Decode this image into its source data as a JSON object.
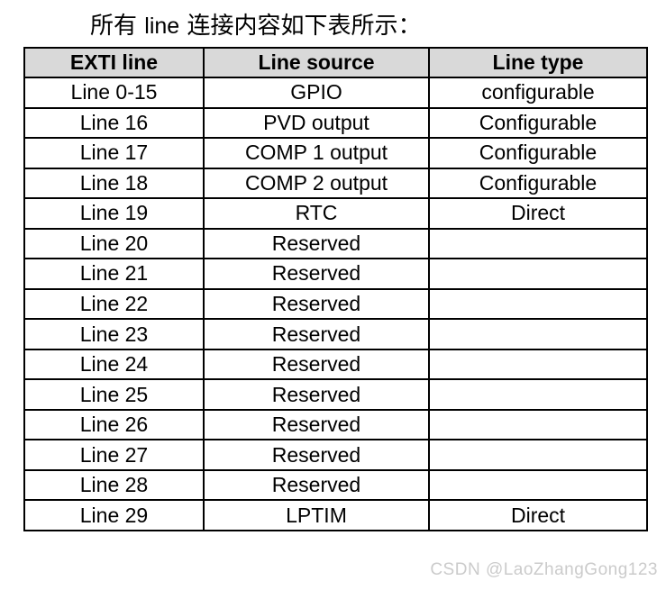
{
  "title": {
    "prefix": "所有 ",
    "en_word": "line",
    "suffix": " 连接内容如下表所示："
  },
  "table": {
    "headers": [
      "EXTI line",
      "Line source",
      "Line type"
    ],
    "header_keys": [
      "exti-line",
      "line-source",
      "line-type"
    ],
    "rows": [
      [
        "Line 0-15",
        "GPIO",
        "configurable"
      ],
      [
        "Line 16",
        "PVD output",
        "Configurable"
      ],
      [
        "Line 17",
        "COMP 1 output",
        "Configurable"
      ],
      [
        "Line 18",
        "COMP 2 output",
        "Configurable"
      ],
      [
        "Line 19",
        "RTC",
        "Direct"
      ],
      [
        "Line 20",
        "Reserved",
        ""
      ],
      [
        "Line 21",
        "Reserved",
        ""
      ],
      [
        "Line 22",
        "Reserved",
        ""
      ],
      [
        "Line 23",
        "Reserved",
        ""
      ],
      [
        "Line 24",
        "Reserved",
        ""
      ],
      [
        "Line 25",
        "Reserved",
        ""
      ],
      [
        "Line 26",
        "Reserved",
        ""
      ],
      [
        "Line 27",
        "Reserved",
        ""
      ],
      [
        "Line 28",
        "Reserved",
        ""
      ],
      [
        "Line 29",
        "LPTIM",
        "Direct"
      ]
    ]
  },
  "colors": {
    "header_bg": "#d9d9d9",
    "border": "#000000",
    "watermark": "#cbcbcb",
    "text": "#000000"
  },
  "watermark": "CSDN @LaoZhangGong123"
}
